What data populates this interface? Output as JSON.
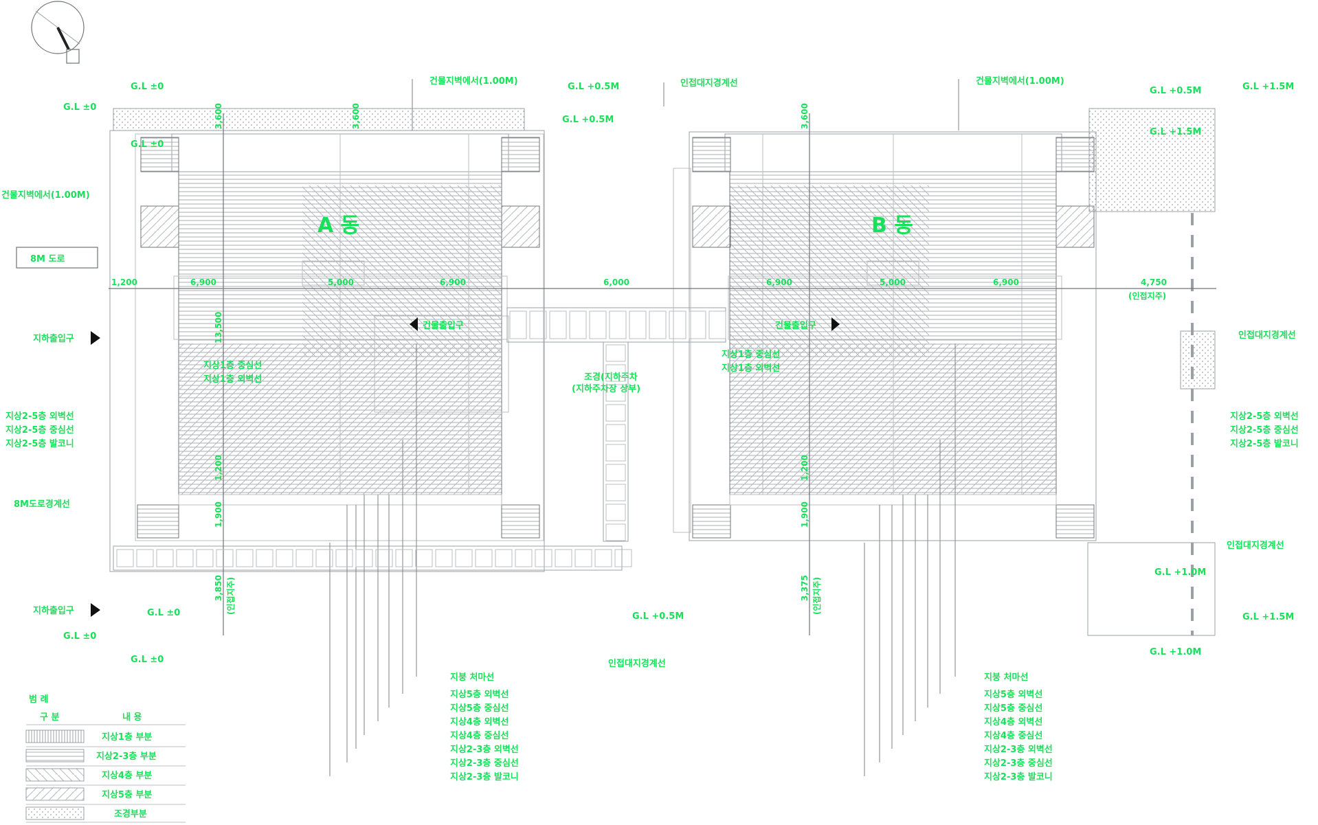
{
  "buildings": {
    "a": "A 동",
    "b": "B 동"
  },
  "labels": {
    "road_8m": "8M 도로",
    "setback_top_a": "건물지벽에서(1.00M)",
    "setback_left_a": "건물지벽에서(1.00M)",
    "setback_top_b": "건물지벽에서(1.00M)",
    "boundary_top": "인접대지경계선",
    "boundary_right": "인접대지경계선",
    "boundary_right_low": "인접대지경계선",
    "boundary_bottom": "인접대지경계선",
    "entry_left_top": "지하출입구",
    "entry_left_bottom": "지하출입구",
    "entry_a": "건물출입구",
    "entry_b": "건물출입구",
    "road_boundary": "8M도로경계선",
    "courtyard_1": "조경(지하주차",
    "courtyard_2": "(지하주차장 상부)",
    "a_floor_mid_1": "지상1층 중심선",
    "a_floor_mid_2": "지상1층 외벽선",
    "b_floor_mid_1": "지상1층 중심선",
    "b_floor_mid_2": "지상1층 외벽선"
  },
  "gl": {
    "l1": "G.L ±0",
    "l2": "G.L ±0",
    "l3": "G.L ±0",
    "l4": "G.L +0.5M",
    "l5": "G.L +0.5M",
    "l6": "G.L +0.5M",
    "l7": "G.L +1.5M",
    "l8": "G.L +1.5M",
    "l9": "G.L ±0",
    "l10": "G.L ±0",
    "l11": "G.L ±0",
    "l12": "G.L +0.5M",
    "l13": "G.L +1.0M",
    "l14": "G.L +1.5M",
    "l15": "G.L +1.0M"
  },
  "dims": {
    "d1": "1,200",
    "d2": "6,900",
    "d3": "5,000",
    "d4": "6,900",
    "d5": "6,000",
    "d6": "6,900",
    "d7": "5,000",
    "d8": "6,900",
    "d9": "4,750",
    "d9b": "(인접지주)",
    "v1": "3,600",
    "v2": "3,600",
    "v3": "3,600",
    "v4": "1,200",
    "v5": "1,900",
    "v6": "3,850",
    "v6b": "(인접지주)",
    "v7": "1,200",
    "v8": "1,900",
    "v9": "3,375",
    "v9b": "(인접지주)",
    "v10": "13,500"
  },
  "side_left": [
    "지상2-5층 외벽선",
    "지상2-5층 중심선",
    "지상2-5층 발코니"
  ],
  "side_right": [
    "지상2-5층 외벽선",
    "지상2-5층 중심선",
    "지상2-5층 발코니"
  ],
  "callouts_a": [
    "지붕 처마선",
    "지상5층 외벽선",
    "지상5층 중심선",
    "지상4층 외벽선",
    "지상4층 중심선",
    "지상2-3층 외벽선",
    "지상2-3층 중심선",
    "지상2-3층 발코니"
  ],
  "callouts_b": [
    "지붕 처마선",
    "지상5층 외벽선",
    "지상5층 중심선",
    "지상4층 외벽선",
    "지상4층 중심선",
    "지상2-3층 외벽선",
    "지상2-3층 중심선",
    "지상2-3층 발코니"
  ],
  "legend": {
    "title": "범 례",
    "col1": "구 분",
    "col2": "내 용",
    "rows": [
      "지상1층 부분",
      "지상2-3층 부분",
      "지상4층 부분",
      "지상5층 부분",
      "조경부분"
    ]
  },
  "colors": {
    "text": "#19e05a",
    "line": "#9aa0a6"
  }
}
